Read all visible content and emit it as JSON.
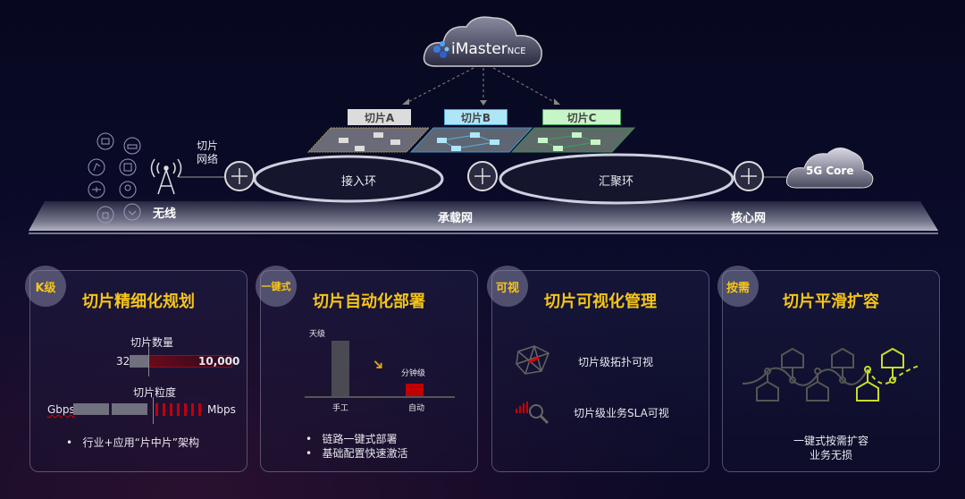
{
  "top": {
    "controller": {
      "name": "iMaster",
      "suffix": "NCE"
    },
    "slices": [
      "切片A",
      "切片B",
      "切片C"
    ],
    "slice_network_label": [
      "切片",
      "网络"
    ],
    "wireless_label": "无线",
    "access_ring": "接入环",
    "aggregation_ring": "汇聚环",
    "bearer_network": "承载网",
    "core_network": "核心网",
    "core": "5G Core"
  },
  "cards": [
    {
      "badge": "K级",
      "title": "切片精细化规划",
      "count_label": "切片数量",
      "count_from": "32",
      "count_to": "10,000",
      "granularity_label": "切片粒度",
      "gran_from": "Gbps",
      "gran_to": "Mbps",
      "bullets": [
        "行业+应用“片中片”架构"
      ]
    },
    {
      "badge": "一键式",
      "title": "切片自动化部署",
      "manual_time": "天级",
      "manual_label": "手工",
      "auto_time": "分钟级",
      "auto_label": "自动",
      "bullets": [
        "链路一键式部署",
        "基础配置快速激活"
      ]
    },
    {
      "badge": "可视",
      "title": "切片可视化管理",
      "items": [
        "切片级拓扑可视",
        "切片级业务SLA可视"
      ]
    },
    {
      "badge": "按需",
      "title": "切片平滑扩容",
      "lines": [
        "一键式按需扩容",
        "业务无损"
      ]
    }
  ],
  "colors": {
    "accent": "#f5c518",
    "red": "#c00000",
    "lime": "#c8dc28"
  }
}
